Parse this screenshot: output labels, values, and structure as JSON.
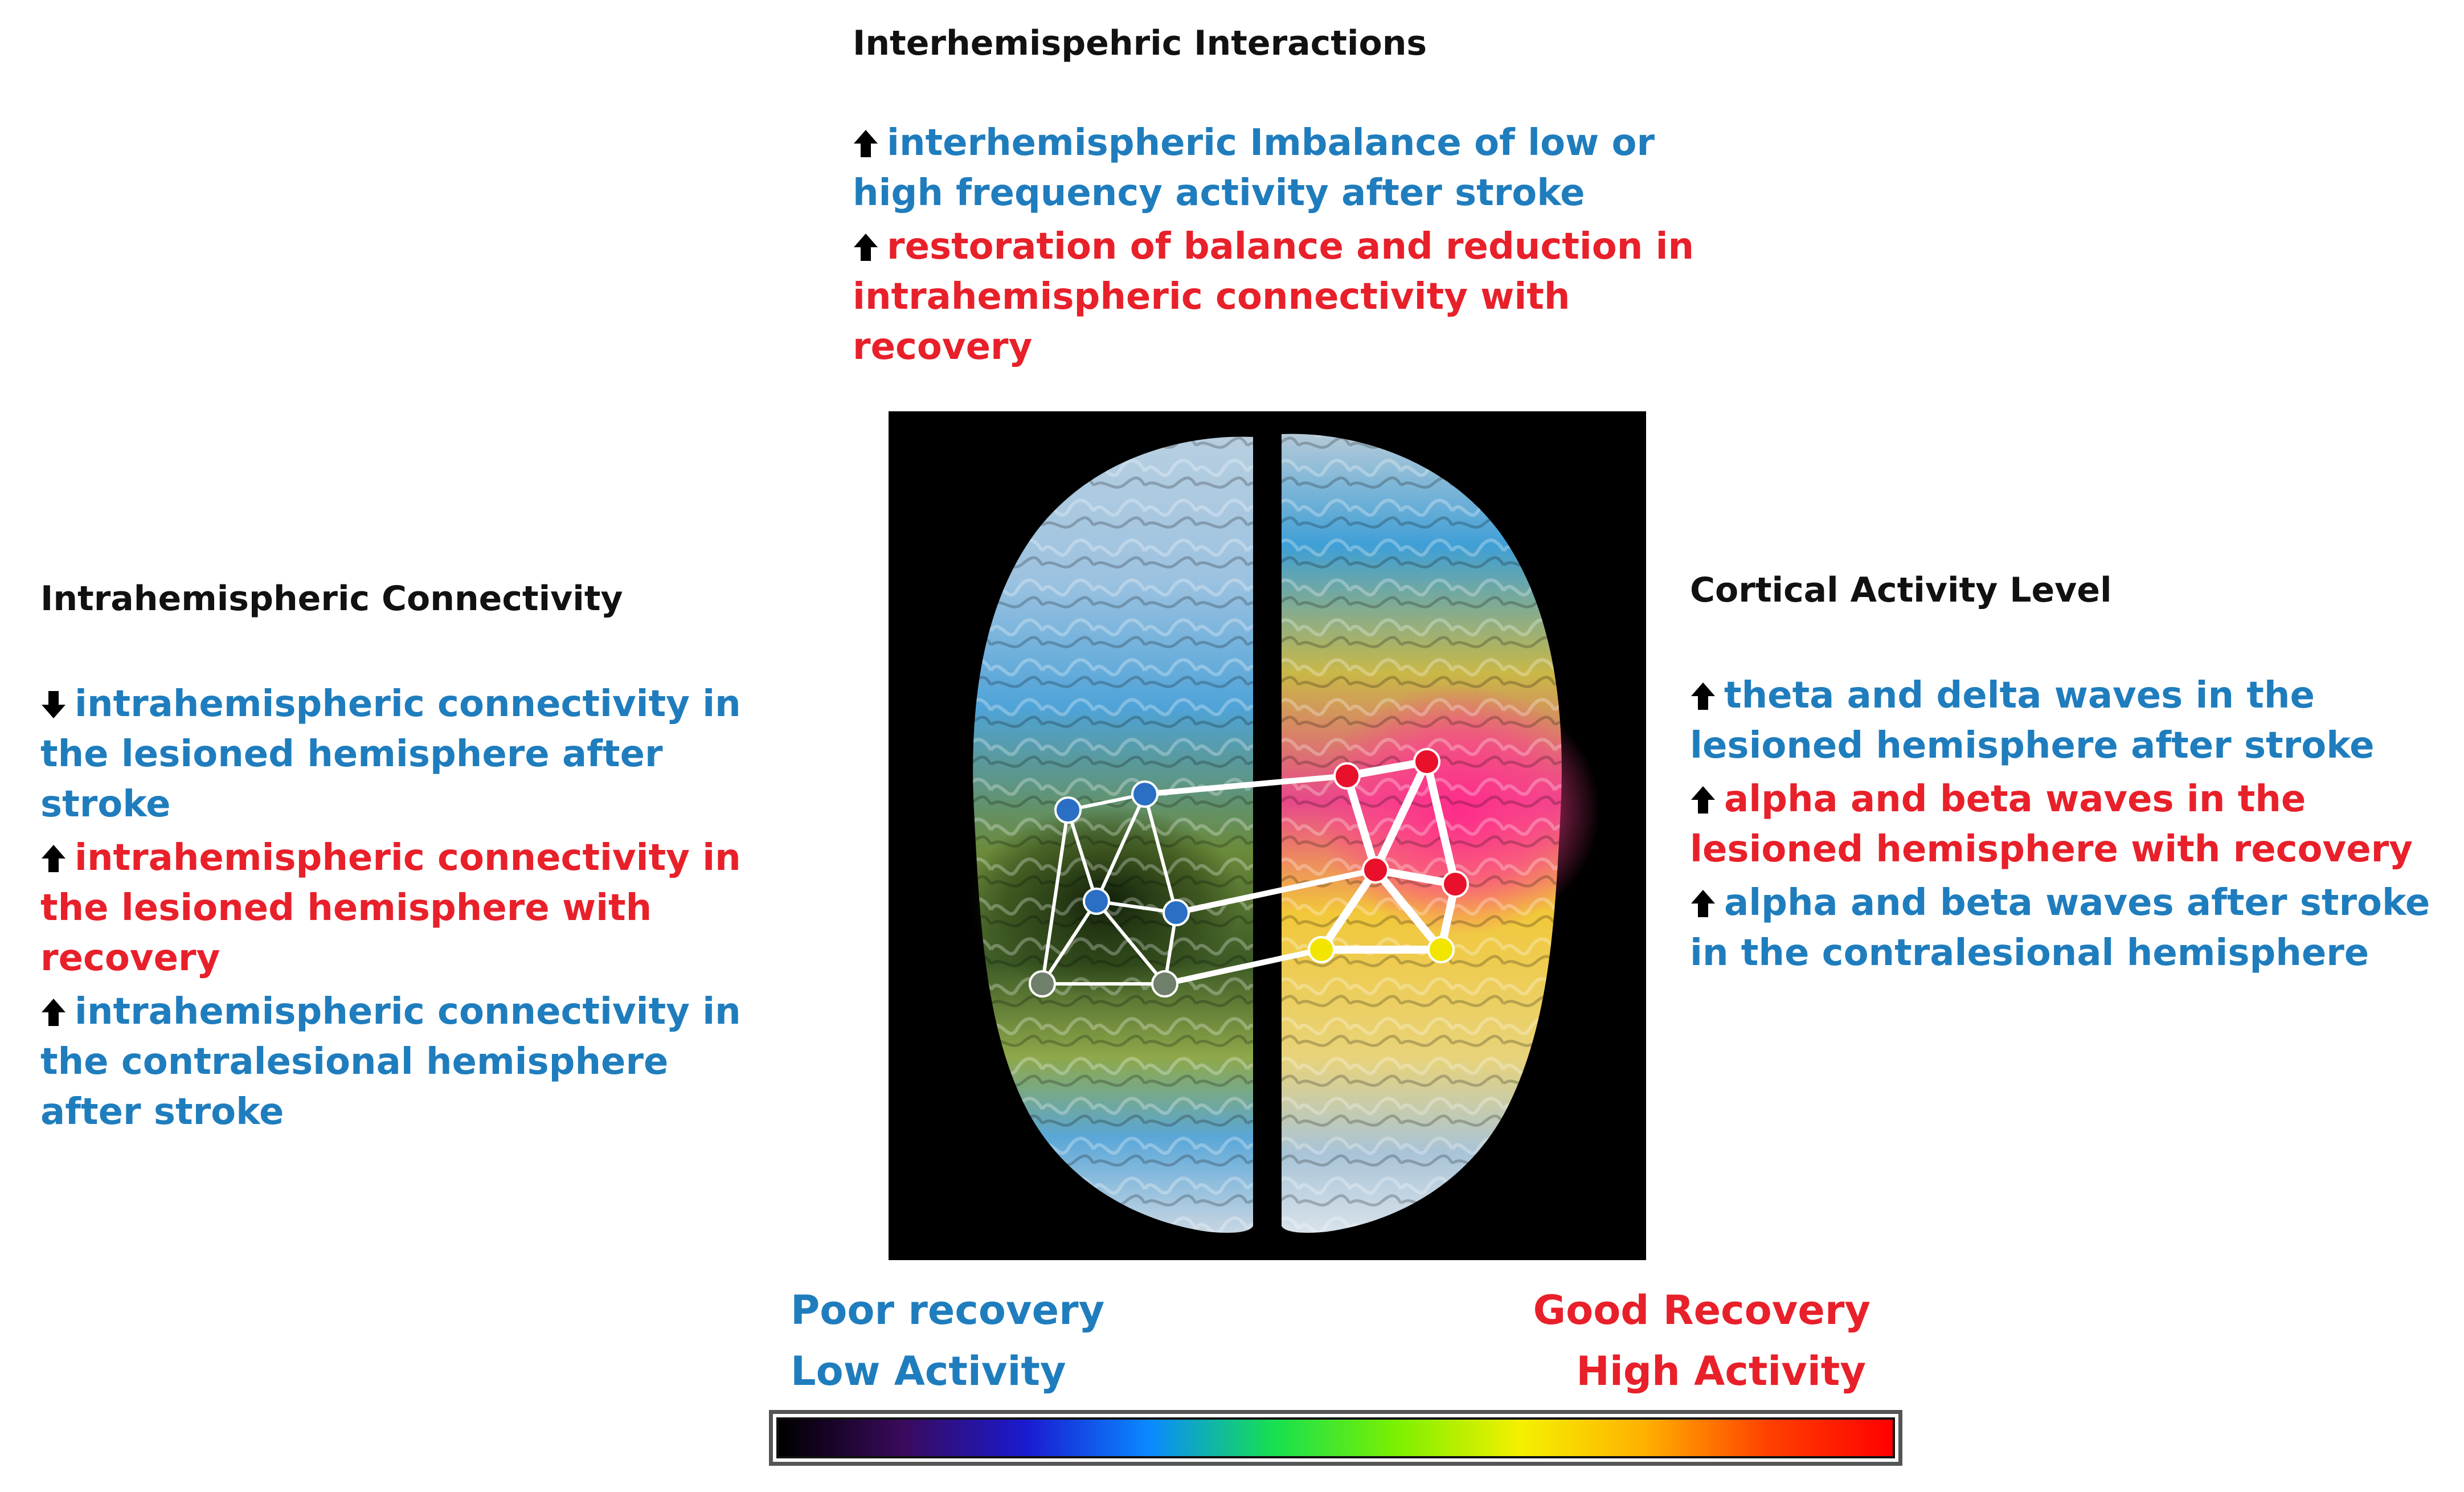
{
  "colors": {
    "blue_text": "#1F7DBD",
    "red_text": "#E8202A",
    "heading_text": "#111111",
    "poor_label": "#1F7DBD",
    "good_label": "#E8202A"
  },
  "interhemispheric": {
    "heading": "Interhemispehric Interactions",
    "items": [
      {
        "arrow": "up-arrow-icon",
        "color": "blue",
        "text": "interhemispheric Imbalance of low or high frequency activity after stroke"
      },
      {
        "arrow": "up-arrow-icon",
        "color": "red",
        "text": "restoration of balance and reduction in intrahemispheric connectivity with recovery"
      }
    ]
  },
  "intrahemispheric": {
    "heading": "Intrahemispheric Connectivity",
    "items": [
      {
        "arrow": "down-arrow-icon",
        "color": "blue",
        "text": "intrahemispheric connectivity in the lesioned hemisphere after stroke"
      },
      {
        "arrow": "up-arrow-icon",
        "color": "red",
        "text": "intrahemispheric connectivity in the lesioned hemisphere with recovery"
      },
      {
        "arrow": "up-arrow-icon",
        "color": "blue",
        "text": "intrahemispheric connectivity in the contralesional hemisphere after stroke"
      }
    ]
  },
  "cortical": {
    "heading": "Cortical Activity Level",
    "items": [
      {
        "arrow": "up-arrow-icon",
        "color": "blue",
        "text": "theta and delta waves in the lesioned hemisphere after stroke"
      },
      {
        "arrow": "up-arrow-icon",
        "color": "red",
        "text": "alpha and beta waves in the lesioned hemisphere with recovery"
      },
      {
        "arrow": "up-arrow-icon",
        "color": "blue",
        "text": "alpha and beta waves  after stroke in the contralesional hemisphere"
      }
    ]
  },
  "legend": {
    "poor_recovery": "Poor recovery",
    "low_activity": "Low Activity",
    "good_recovery": "Good Recovery",
    "high_activity": "High Activity",
    "gradient_colors": [
      "#000000",
      "#3a0a5c",
      "#1a1ad0",
      "#0a8aff",
      "#16e050",
      "#7cf000",
      "#f5f000",
      "#ffb000",
      "#ff4000",
      "#ff0000"
    ]
  },
  "network": {
    "node_colors": {
      "blue": "#2A6FC4",
      "red": "#E8102A",
      "yellow": "#F2E600",
      "gray": "#6F7F6A"
    }
  }
}
